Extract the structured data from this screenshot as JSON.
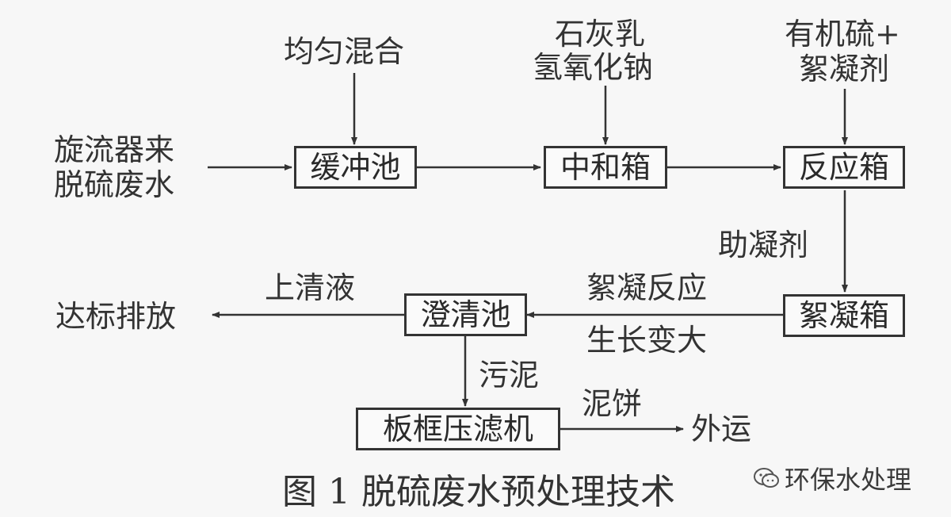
{
  "boxes": {
    "buffer_tank": "缓冲池",
    "neutralization_tank": "中和箱",
    "reaction_tank": "反应箱",
    "flocculation_tank": "絮凝箱",
    "clarifier": "澄清池",
    "filter_press": "板框压滤机"
  },
  "labels": {
    "source_line1": "旋流器来",
    "source_line2": "脱硫废水",
    "mixing": "均匀混合",
    "lime_line1": "石灰乳",
    "lime_line2": "氢氧化钠",
    "organosulfur_line1": "有机硫+",
    "organosulfur_line2": "絮凝剂",
    "coagulant_aid": "助凝剂",
    "floc_line1": "絮凝反应",
    "floc_line2": "生长变大",
    "supernatant": "上清液",
    "discharge": "达标排放",
    "sludge": "污泥",
    "sludge_cake": "泥饼",
    "transport_out": "外运"
  },
  "caption": "图 1 脱硫废水预处理技术",
  "watermark": "环保水处理"
}
